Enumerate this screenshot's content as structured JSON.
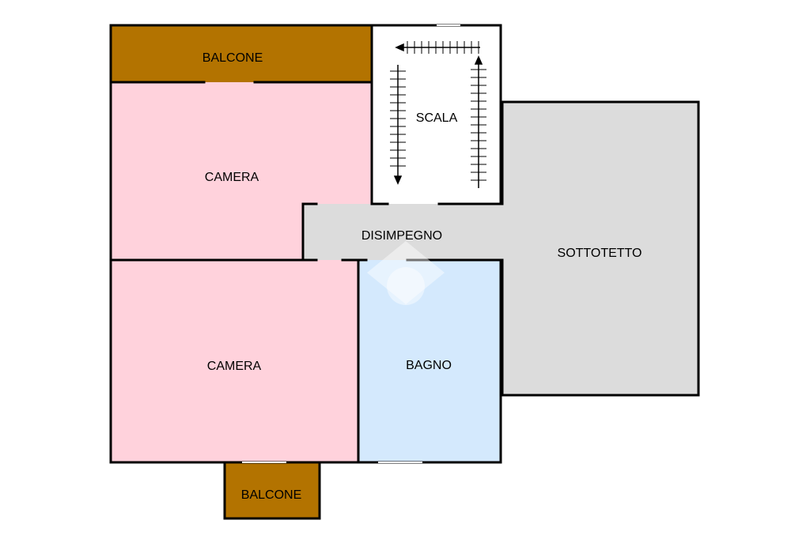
{
  "colors": {
    "balcony": "#b37300",
    "bedroom": "#ffd2dc",
    "bathroom": "#d4e9fd",
    "hall": "#dcdcdc",
    "attic": "#dcdcdc",
    "stair": "#ffffff",
    "wall": "#000000"
  },
  "rooms": {
    "balcony_top": "BALCONE",
    "bedroom_upper": "CAMERA",
    "stair": "SCALA",
    "hall": "DISIMPEGNO",
    "attic": "SOTTOTETTO",
    "bedroom_lower": "CAMERA",
    "bathroom": "BAGNO",
    "balcony_bottom": "BALCONE"
  }
}
